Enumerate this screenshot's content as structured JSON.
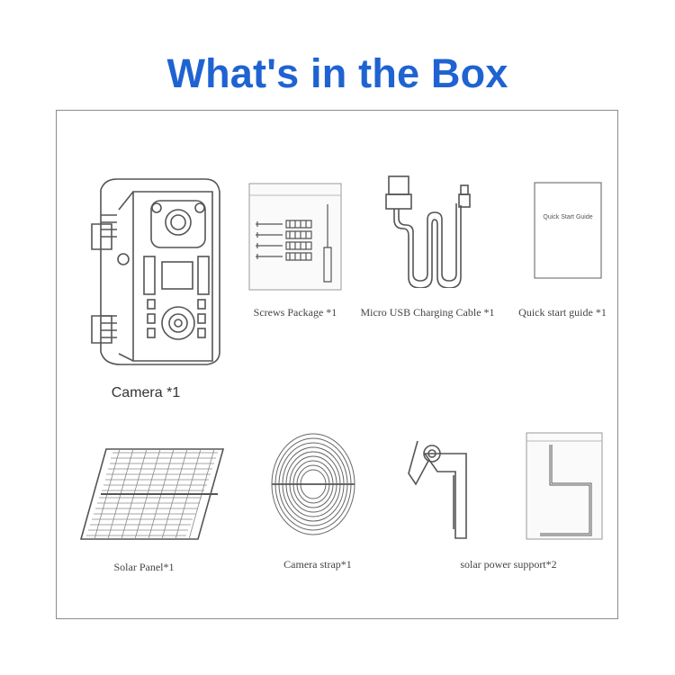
{
  "title": "What's in the Box",
  "items": [
    {
      "name": "Camera",
      "qty": "*1",
      "label": "Camera  *1"
    },
    {
      "name": "Screws Package",
      "label": "Screws Package *1"
    },
    {
      "name": "Micro USB Charging Cable",
      "label": "Micro USB Charging Cable  *1"
    },
    {
      "name": "Quick start guide",
      "label": "Quick start guide  *1",
      "cover_text": "Quick Start Guide"
    },
    {
      "name": "Solar Panel",
      "label": "Solar Panel*1"
    },
    {
      "name": "Camera strap",
      "label": "Camera strap*1"
    },
    {
      "name": "solar power support",
      "label": "solar power support*2"
    }
  ],
  "colors": {
    "title": "#1f63d2",
    "line": "#555555",
    "border": "#8c8c8c"
  },
  "icons": [
    "camera-icon",
    "screws-package-icon",
    "usb-cable-icon",
    "quick-start-guide-icon",
    "solar-panel-icon",
    "camera-strap-icon",
    "solar-support-bracket-icon",
    "hex-key-icon"
  ]
}
